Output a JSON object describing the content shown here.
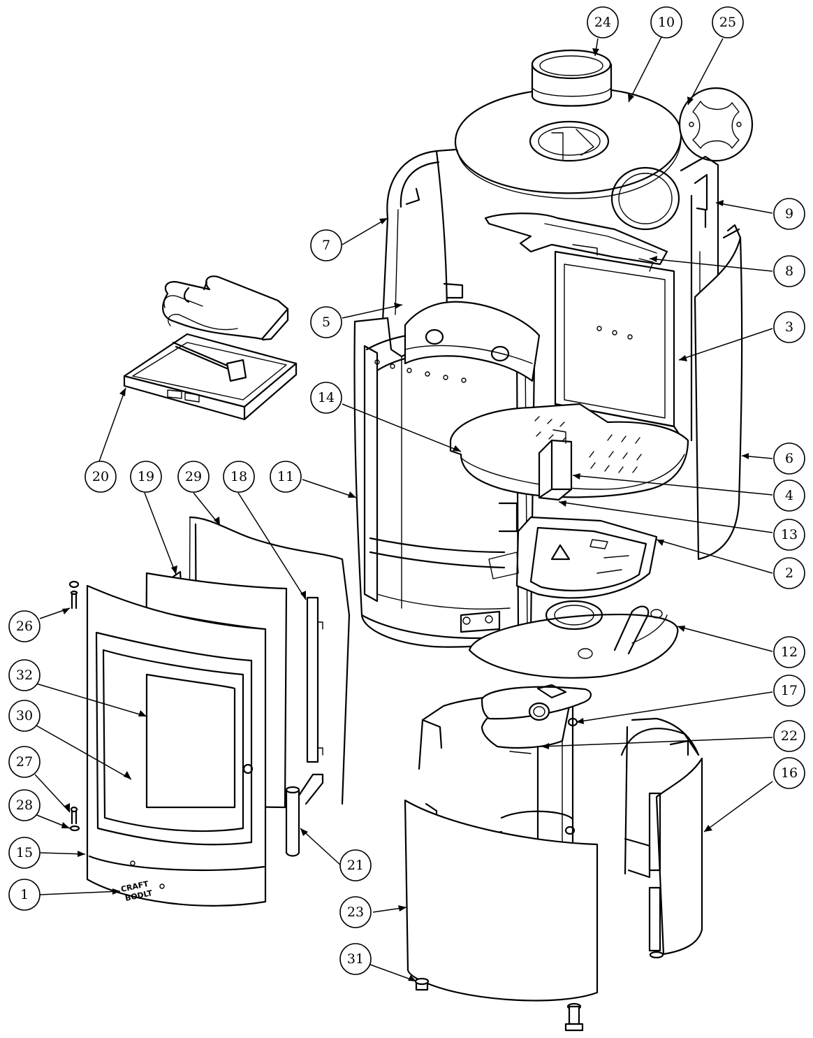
{
  "diagram": {
    "callouts": [
      "1",
      "2",
      "3",
      "4",
      "5",
      "6",
      "7",
      "8",
      "9",
      "10",
      "11",
      "12",
      "13",
      "14",
      "15",
      "16",
      "17",
      "18",
      "19",
      "20",
      "21",
      "22",
      "23",
      "24",
      "25",
      "26",
      "27",
      "28",
      "29",
      "30",
      "31",
      "32"
    ]
  },
  "colors": {
    "line": "#000000",
    "background": "#ffffff"
  },
  "logo": {
    "line1": "CRAFT",
    "line2": "BODLT"
  }
}
